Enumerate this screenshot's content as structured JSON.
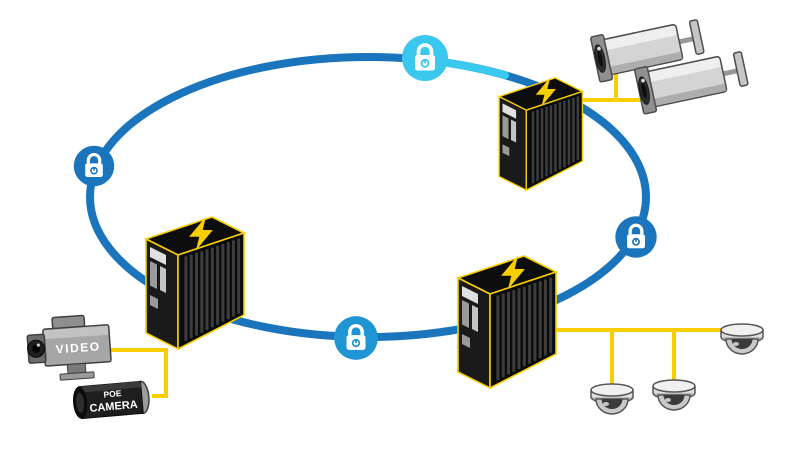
{
  "diagram": {
    "ring": {
      "color": "#1B75BC",
      "highlight_color": "#3BC8EE"
    },
    "cable_color": "#F7CE00",
    "bolt_color": "#F7CE00",
    "locks": [
      {
        "name": "lock-top",
        "color": "#3BC8EE"
      },
      {
        "name": "lock-left",
        "color": "#1B75BC"
      },
      {
        "name": "lock-right",
        "color": "#1B75BC"
      },
      {
        "name": "lock-bottom",
        "color": "#2095D3"
      }
    ],
    "components": {
      "switches": [
        "switch-top-right",
        "switch-left",
        "switch-bottom"
      ],
      "cameras": [
        "bullet-camera-1",
        "bullet-camera-2",
        "dome-camera-1",
        "dome-camera-2",
        "dome-camera-3",
        "video-camera",
        "poe-camera"
      ]
    },
    "labels": {
      "video": "VIDEO",
      "poe_line1": "POE",
      "poe_line2": "CAMERA"
    }
  }
}
